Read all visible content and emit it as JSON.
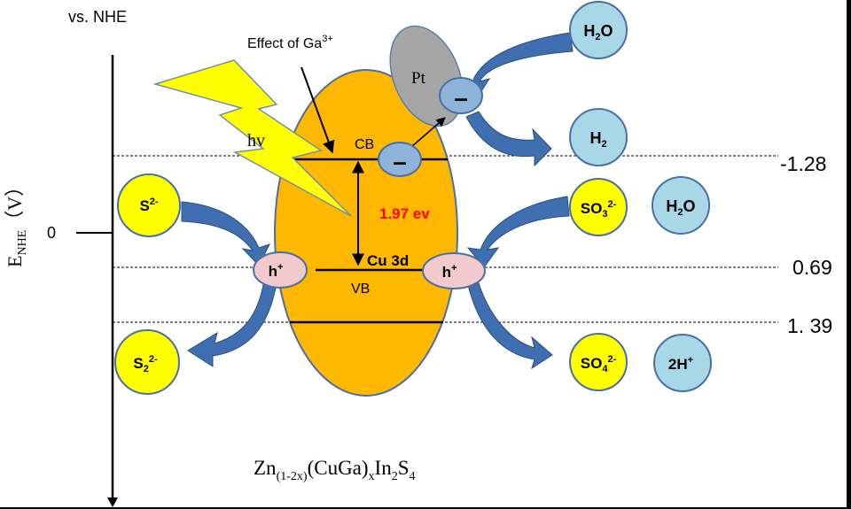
{
  "header": {
    "reference": "vs. NHE"
  },
  "axis": {
    "label_main": "E",
    "label_sub": "NHE",
    "label_unit": "（V）",
    "zero_label": "0"
  },
  "levels": [
    {
      "label": "-1.28"
    },
    {
      "label": "0.69"
    },
    {
      "label": "1. 39"
    }
  ],
  "light": {
    "label": "hv"
  },
  "annotation": {
    "prefix": "Effect of Ga",
    "sup": "3+"
  },
  "semiconductor": {
    "cb_label": "CB",
    "vb_label": "VB",
    "cu3d_label": "Cu 3d",
    "gap_label": "1.97 ev",
    "formula": {
      "p1": "Zn",
      "s1": "(1-2x)",
      "p2": "(CuGa)",
      "s2": "x",
      "p3": "In",
      "s3": "2",
      "p4": "S",
      "s4": "4"
    }
  },
  "cocatalyst": {
    "label": "Pt"
  },
  "charges": {
    "electron": "–",
    "hole_base": "h",
    "hole_sup": "+"
  },
  "species": {
    "h2o_top": {
      "base": "H",
      "sub": "2",
      "tail": "O"
    },
    "h2": {
      "base": "H",
      "sub": "2"
    },
    "so3": {
      "base": "SO",
      "sub": "3",
      "sup": "2-"
    },
    "h2o_mid": {
      "base": "H",
      "sub": "2",
      "tail": "O"
    },
    "s2m": {
      "base": "S",
      "sup": "2-"
    },
    "s22m": {
      "base": "S",
      "sub": "2",
      "sup": "2-"
    },
    "so4": {
      "base": "SO",
      "sub": "4",
      "sup": "2-"
    },
    "hplus": {
      "base": "2H",
      "sup": "+"
    }
  },
  "colors": {
    "background": "#000000",
    "semiconductor_fill": "#FFB800",
    "lightning_fill": "#FFFF00",
    "electron_fill": "#8FB4D9",
    "hole_fill": "#F2C9CC",
    "pt_fill": "#A6A6A6",
    "yellow_species": "#FFFF00",
    "blue_species": "#A8D8E8",
    "arrow_fill": "#3F6FB0",
    "gap_text": "#FF0000"
  }
}
